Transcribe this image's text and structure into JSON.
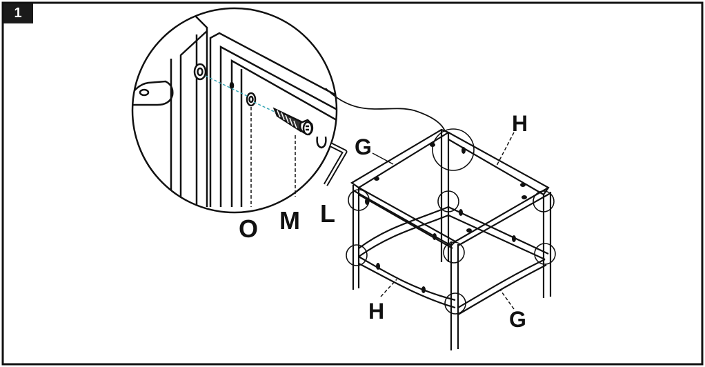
{
  "step": {
    "number": "1"
  },
  "parts": {
    "o": "O",
    "m": "M",
    "l": "L",
    "g_top": "G",
    "h_top": "H",
    "h_bottom": "H",
    "g_bottom": "G"
  },
  "colors": {
    "ink": "#111111",
    "accent": "#3aa7b5",
    "badge": "#1a1a1a"
  },
  "icons": [
    "zoom-circle-icon",
    "allen-key-icon",
    "bolt-icon",
    "washer-icon",
    "lock-washer-icon"
  ]
}
